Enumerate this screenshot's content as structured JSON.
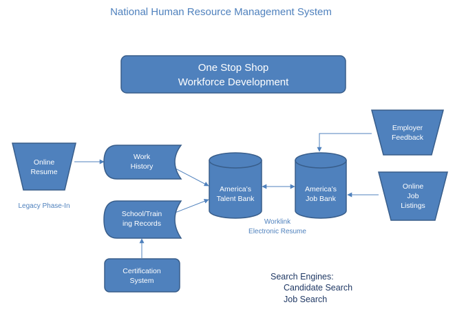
{
  "title": "National Human Resource Management System",
  "one_stop": {
    "line1": "One Stop Shop",
    "line2": "Workforce Development"
  },
  "nodes": {
    "online_resume": [
      "Online",
      "Resume"
    ],
    "work_history": [
      "Work",
      "History"
    ],
    "school_training": [
      "School/Train",
      "ing  Records"
    ],
    "certification": [
      "Certification",
      "System"
    ],
    "talent_bank": [
      "America’s",
      "Talent Bank"
    ],
    "job_bank": [
      "America’s",
      "Job Bank"
    ],
    "employer_feedback": [
      "Employer",
      "Feedback"
    ],
    "online_job_listings": [
      "Online",
      "Job",
      "Listings"
    ]
  },
  "captions": {
    "legacy": "Legacy Phase-In",
    "worklink_line1": "Worklink",
    "worklink_line2": "Electronic Resume"
  },
  "search_engines": {
    "heading": "Search Engines:",
    "items": [
      "Candidate Search",
      "Job Search"
    ]
  },
  "colors": {
    "fill": "#4F81BD",
    "stroke": "#385D8A",
    "text_accent": "#4F81BD",
    "search_text": "#1F3864"
  }
}
